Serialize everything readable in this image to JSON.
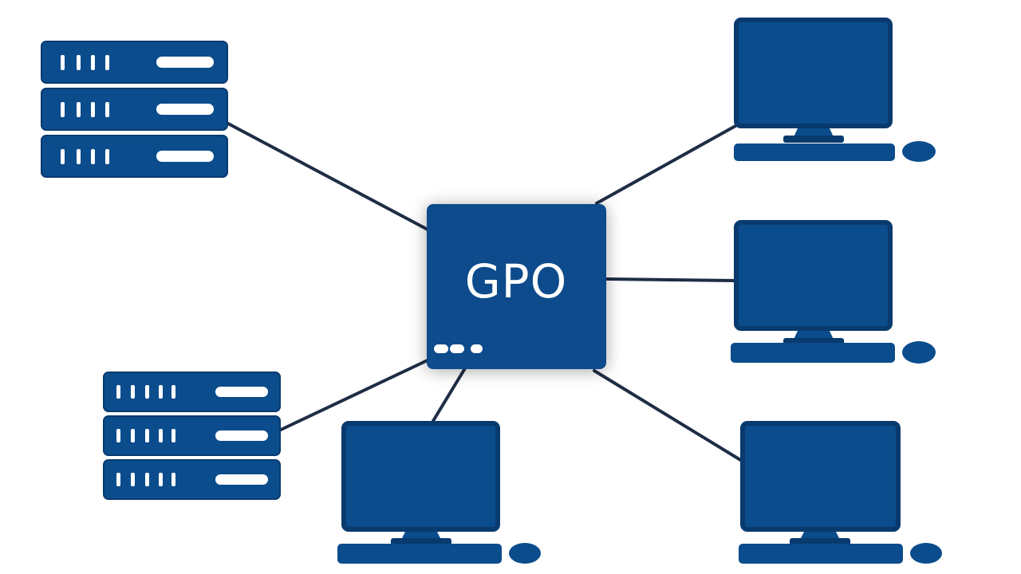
{
  "hub": {
    "label": "GPO"
  },
  "colors": {
    "primary": "#0b4c8c",
    "border": "#083a6e",
    "connector": "#1e2d45",
    "detail": "#ffffff",
    "background": "#ffffff"
  },
  "nodes": [
    {
      "id": "server-top-left",
      "kind": "server",
      "icon": "server-rack-icon"
    },
    {
      "id": "server-bottom-left",
      "kind": "server",
      "icon": "server-rack-icon"
    },
    {
      "id": "workstation-top-right",
      "kind": "workstation",
      "icon": "desktop-computer-icon"
    },
    {
      "id": "workstation-middle-right",
      "kind": "workstation",
      "icon": "desktop-computer-icon"
    },
    {
      "id": "workstation-bottom-right",
      "kind": "workstation",
      "icon": "desktop-computer-icon"
    },
    {
      "id": "workstation-bottom-center",
      "kind": "workstation",
      "icon": "desktop-computer-icon"
    }
  ]
}
